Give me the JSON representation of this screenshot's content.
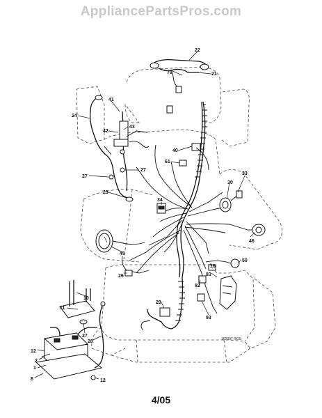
{
  "watermark": "AppliancePartsPros.com",
  "page_number": "4/05",
  "drawing_code": "192397 RGS",
  "callouts": [
    {
      "id": "c22",
      "text": "22"
    },
    {
      "id": "c78",
      "text": "78"
    },
    {
      "id": "c21",
      "text": "21"
    },
    {
      "id": "c41",
      "text": "41"
    },
    {
      "id": "c24",
      "text": "24"
    },
    {
      "id": "c43",
      "text": "43"
    },
    {
      "id": "c42",
      "text": "42"
    },
    {
      "id": "c40",
      "text": "40"
    },
    {
      "id": "c61",
      "text": "61"
    },
    {
      "id": "c27a",
      "text": "27"
    },
    {
      "id": "c27b",
      "text": "27"
    },
    {
      "id": "c33",
      "text": "33"
    },
    {
      "id": "c30",
      "text": "30"
    },
    {
      "id": "c25",
      "text": "25"
    },
    {
      "id": "c34",
      "text": "34"
    },
    {
      "id": "c46",
      "text": "46"
    },
    {
      "id": "c45",
      "text": "45"
    },
    {
      "id": "c50",
      "text": "50"
    },
    {
      "id": "c26",
      "text": "26"
    },
    {
      "id": "c16",
      "text": "16"
    },
    {
      "id": "c83",
      "text": "83"
    },
    {
      "id": "c82",
      "text": "82"
    },
    {
      "id": "c10",
      "text": "10"
    },
    {
      "id": "c11",
      "text": "11"
    },
    {
      "id": "c29",
      "text": "29"
    },
    {
      "id": "c93",
      "text": "93"
    },
    {
      "id": "c27c",
      "text": "27"
    },
    {
      "id": "c28",
      "text": "28"
    },
    {
      "id": "c12a",
      "text": "12"
    },
    {
      "id": "c2",
      "text": "2"
    },
    {
      "id": "c1",
      "text": "1"
    },
    {
      "id": "c8",
      "text": "8"
    },
    {
      "id": "c12b",
      "text": "12"
    }
  ]
}
